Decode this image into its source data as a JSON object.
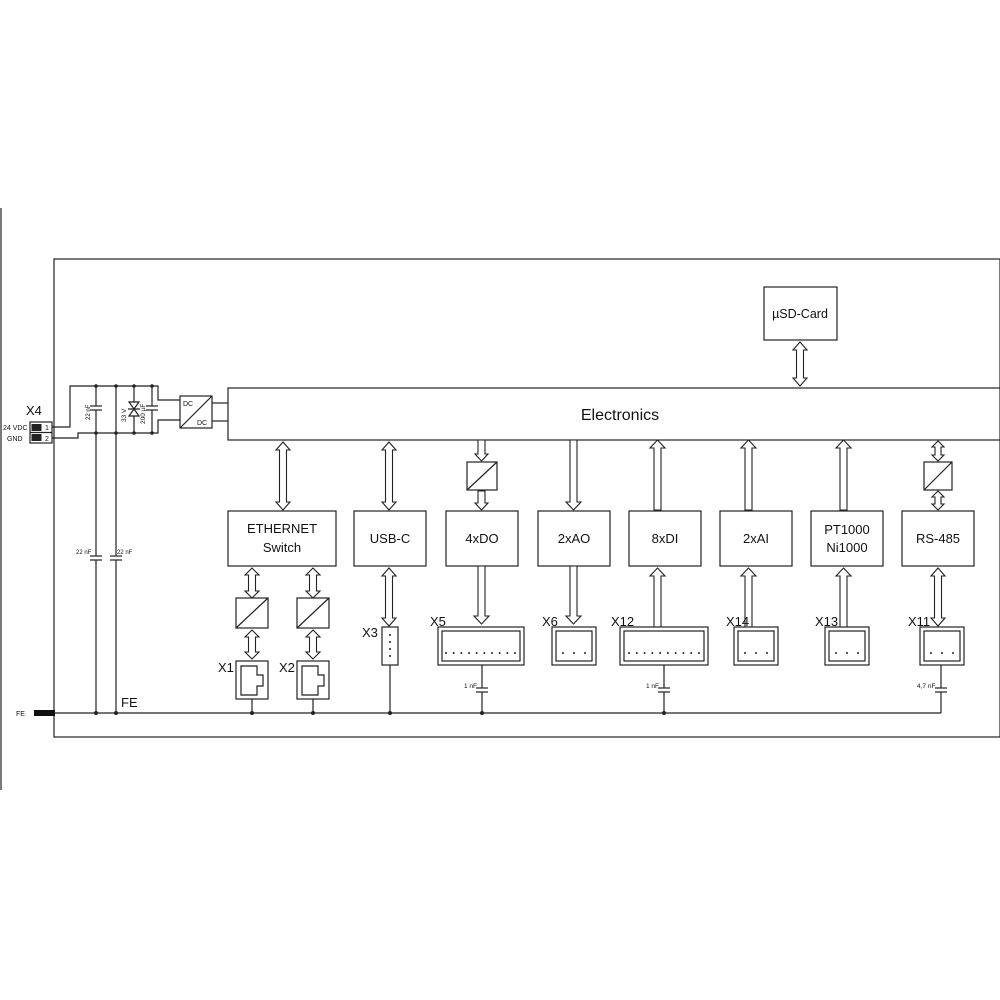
{
  "electronics": "Electronics",
  "sd_card": "µSD-Card",
  "power": {
    "connector": "X4",
    "pin1_label": "24 VDC",
    "pin2_label": "GND",
    "pin1": "1",
    "pin2": "2",
    "cap_a": "22 nF",
    "tvs": "33 V",
    "cap_b": "200 µF",
    "cap_c": "22 nF",
    "cap_d": "22 nF",
    "dcdc_top": "DC",
    "dcdc_bottom": "DC"
  },
  "fe": {
    "bus_label": "FE",
    "terminal_label": "FE"
  },
  "modules": {
    "ethernet": {
      "line1": "ETHERNET",
      "line2": "Switch",
      "port_a": "X1",
      "port_b": "X2"
    },
    "usb": {
      "label": "USB-C",
      "port": "X3"
    },
    "do": {
      "label": "4xDO",
      "port": "X5",
      "cap": "1 nF"
    },
    "ao": {
      "label": "2xAO",
      "port": "X6"
    },
    "di": {
      "label": "8xDI",
      "port": "X12",
      "cap": "1 nF"
    },
    "ai": {
      "label": "2xAI",
      "port": "X14"
    },
    "pt": {
      "line1": "PT1000",
      "line2": "Ni1000",
      "port": "X13"
    },
    "rs": {
      "label": "RS-485",
      "port": "X11",
      "cap": "4,7 nF"
    }
  }
}
